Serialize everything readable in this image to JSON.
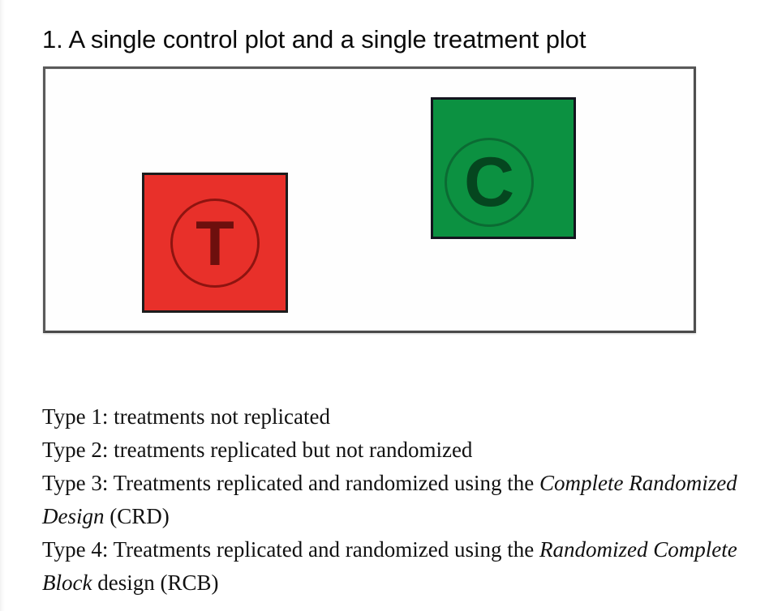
{
  "heading": {
    "text": "1. A single control plot and a single treatment plot"
  },
  "figure": {
    "plots": [
      {
        "id": "treatment",
        "letter": "T",
        "label": "treatment-plot",
        "fill_color": "#e8302a",
        "mark_color": "#6d0f0d",
        "border_color": "#1c1c1c"
      },
      {
        "id": "control",
        "letter": "C",
        "label": "control-plot",
        "fill_color": "#0c9141",
        "mark_color": "#05461f",
        "border_color": "#14141e"
      }
    ],
    "panel_border_color": "#5a5a5a",
    "panel_background": "#ffffff"
  },
  "description": {
    "lines": [
      {
        "segments": [
          {
            "text": "Type 1: treatments not replicated",
            "italic": false
          }
        ]
      },
      {
        "segments": [
          {
            "text": "Type 2: treatments replicated but not randomized",
            "italic": false
          }
        ]
      },
      {
        "segments": [
          {
            "text": "Type 3: Treatments replicated and randomized using the ",
            "italic": false
          },
          {
            "text": "Complete Randomized Design",
            "italic": true
          },
          {
            "text": " (CRD)",
            "italic": false
          }
        ]
      },
      {
        "segments": [
          {
            "text": "Type 4: Treatments replicated and randomized using the ",
            "italic": false
          },
          {
            "text": "Randomized Complete Block",
            "italic": true
          },
          {
            "text": " design (RCB)",
            "italic": false
          }
        ]
      }
    ]
  }
}
